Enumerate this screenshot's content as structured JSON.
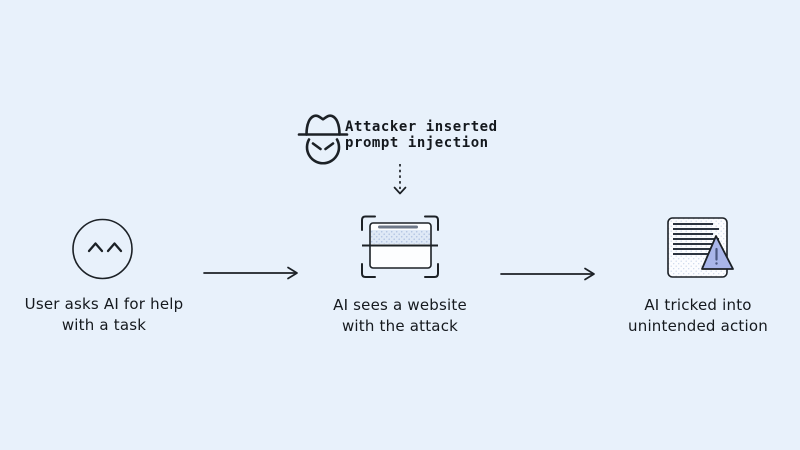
{
  "diagram_title": "prompt-injection-flow",
  "colors": {
    "background": "#e8f1fb",
    "stroke": "#1c2126",
    "text": "#15191e",
    "browser_band_fill": "#dfe9f6",
    "stipple_dot": "#b3c4e2",
    "url_bar_gray": "#6e7888",
    "document_fill": "#fcfdff",
    "document_line": "#2c3440",
    "warning_triangle_fill": "#a9b6e9",
    "warning_mark": "#4b5880"
  },
  "attacker": {
    "icon": "spy-hat-face-icon",
    "label_line1": "Attacker inserted",
    "label_line2": "prompt injection"
  },
  "steps": [
    {
      "id": "user",
      "icon": "smiling-user-icon",
      "label_line1": "User asks AI for help",
      "label_line2": "with a task"
    },
    {
      "id": "website",
      "icon": "website-scan-icon",
      "label_line1": "AI sees a website",
      "label_line2": "with the attack"
    },
    {
      "id": "tricked",
      "icon": "document-warning-icon",
      "label_line1": "AI tricked into",
      "label_line2": "unintended action"
    }
  ],
  "connectors": {
    "arrow_1": "user-to-website",
    "arrow_2": "website-to-tricked",
    "dotted_arrow": "attacker-to-website"
  }
}
